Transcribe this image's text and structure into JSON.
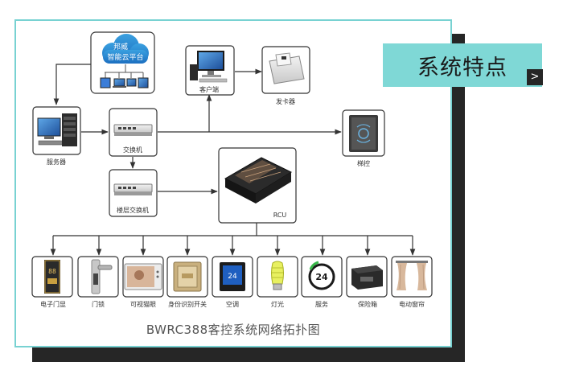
{
  "badge": {
    "title": "系统特点",
    "arrow": ">"
  },
  "caption": "BWRC388客控系统网络拓扑图",
  "nodes": {
    "cloud": {
      "line1": "邦威",
      "line2": "智能云平台"
    },
    "server": {
      "label": "服务器"
    },
    "switch": {
      "label": "交换机"
    },
    "client": {
      "label": "客户端"
    },
    "card_issuer": {
      "label": "发卡器"
    },
    "elevator": {
      "label": "梯控"
    },
    "floor_switch": {
      "label": "楼层交换机"
    },
    "rcu": {
      "label": "RCU"
    }
  },
  "devices": [
    {
      "label": "电子门显",
      "icon": "door-display-icon"
    },
    {
      "label": "门锁",
      "icon": "door-lock-icon"
    },
    {
      "label": "可视猫眼",
      "icon": "video-peephole-icon"
    },
    {
      "label": "身份识别开关",
      "icon": "id-switch-icon"
    },
    {
      "label": "空调",
      "icon": "thermostat-icon"
    },
    {
      "label": "灯光",
      "icon": "bulb-icon"
    },
    {
      "label": "服务",
      "icon": "service-24-icon"
    },
    {
      "label": "保险箱",
      "icon": "safe-icon"
    },
    {
      "label": "电动窗帘",
      "icon": "curtain-icon"
    }
  ],
  "colors": {
    "accent": "#7fd8d6",
    "border": "#78d2d2",
    "dark": "#262626"
  }
}
